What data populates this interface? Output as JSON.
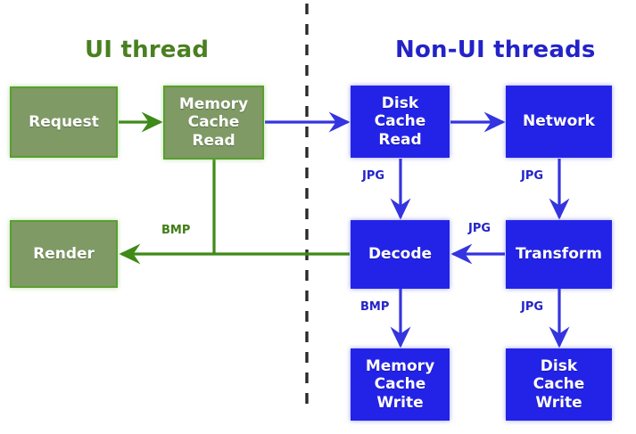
{
  "diagram": {
    "type": "flowchart",
    "background": "#ffffff",
    "colors": {
      "green_fill": "#7f9a65",
      "green_border": "#5a9e2f",
      "green_line": "#3f8a18",
      "green_title": "#4a8020",
      "blue_fill": "#2323e8",
      "blue_line": "#3434e0",
      "blue_title": "#2323c8",
      "divider": "#2a2a2a"
    },
    "lanes": [
      {
        "id": "ui",
        "title": "UI thread",
        "color": "#4a8020"
      },
      {
        "id": "non-ui",
        "title": "Non-UI threads",
        "color": "#2323c8"
      }
    ],
    "nodes": [
      {
        "id": "request",
        "label": "Request",
        "lines": [
          "Request"
        ],
        "lane": "ui",
        "color": "green"
      },
      {
        "id": "memory-cache-read",
        "label": "Memory Cache Read",
        "lines": [
          "Memory",
          "Cache",
          "Read"
        ],
        "lane": "ui",
        "color": "green"
      },
      {
        "id": "render",
        "label": "Render",
        "lines": [
          "Render"
        ],
        "lane": "ui",
        "color": "green"
      },
      {
        "id": "disk-cache-read",
        "label": "Disk Cache Read",
        "lines": [
          "Disk",
          "Cache",
          "Read"
        ],
        "lane": "non-ui",
        "color": "blue"
      },
      {
        "id": "network",
        "label": "Network",
        "lines": [
          "Network"
        ],
        "lane": "non-ui",
        "color": "blue"
      },
      {
        "id": "decode",
        "label": "Decode",
        "lines": [
          "Decode"
        ],
        "lane": "non-ui",
        "color": "blue"
      },
      {
        "id": "transform",
        "label": "Transform",
        "lines": [
          "Transform"
        ],
        "lane": "non-ui",
        "color": "blue"
      },
      {
        "id": "memory-cache-write",
        "label": "Memory Cache Write",
        "lines": [
          "Memory",
          "Cache",
          "Write"
        ],
        "lane": "non-ui",
        "color": "blue"
      },
      {
        "id": "disk-cache-write",
        "label": "Disk Cache Write",
        "lines": [
          "Disk",
          "Cache",
          "Write"
        ],
        "lane": "non-ui",
        "color": "blue"
      }
    ],
    "edges": [
      {
        "from": "request",
        "to": "memory-cache-read",
        "label": "",
        "color": "green"
      },
      {
        "from": "memory-cache-read",
        "to": "disk-cache-read",
        "label": "",
        "color": "blue"
      },
      {
        "from": "disk-cache-read",
        "to": "network",
        "label": "",
        "color": "blue"
      },
      {
        "from": "disk-cache-read",
        "to": "decode",
        "label": "JPG",
        "color": "blue"
      },
      {
        "from": "network",
        "to": "transform",
        "label": "JPG",
        "color": "blue"
      },
      {
        "from": "transform",
        "to": "decode",
        "label": "JPG",
        "color": "blue"
      },
      {
        "from": "decode",
        "to": "memory-cache-write",
        "label": "BMP",
        "color": "blue"
      },
      {
        "from": "transform",
        "to": "disk-cache-write",
        "label": "JPG",
        "color": "blue"
      },
      {
        "from": "decode",
        "to": "render",
        "label": "",
        "color": "green"
      },
      {
        "from": "memory-cache-read",
        "to": "render",
        "label": "BMP",
        "color": "green"
      }
    ],
    "edge_labels": [
      {
        "id": "jpg-disk-to-decode",
        "text": "JPG"
      },
      {
        "id": "jpg-network-to-transform",
        "text": "JPG"
      },
      {
        "id": "jpg-transform-to-decode",
        "text": "JPG"
      },
      {
        "id": "bmp-decode-to-memwrite",
        "text": "BMP"
      },
      {
        "id": "jpg-transform-to-diskwrite",
        "text": "JPG"
      },
      {
        "id": "bmp-memread-to-render",
        "text": "BMP"
      }
    ]
  }
}
